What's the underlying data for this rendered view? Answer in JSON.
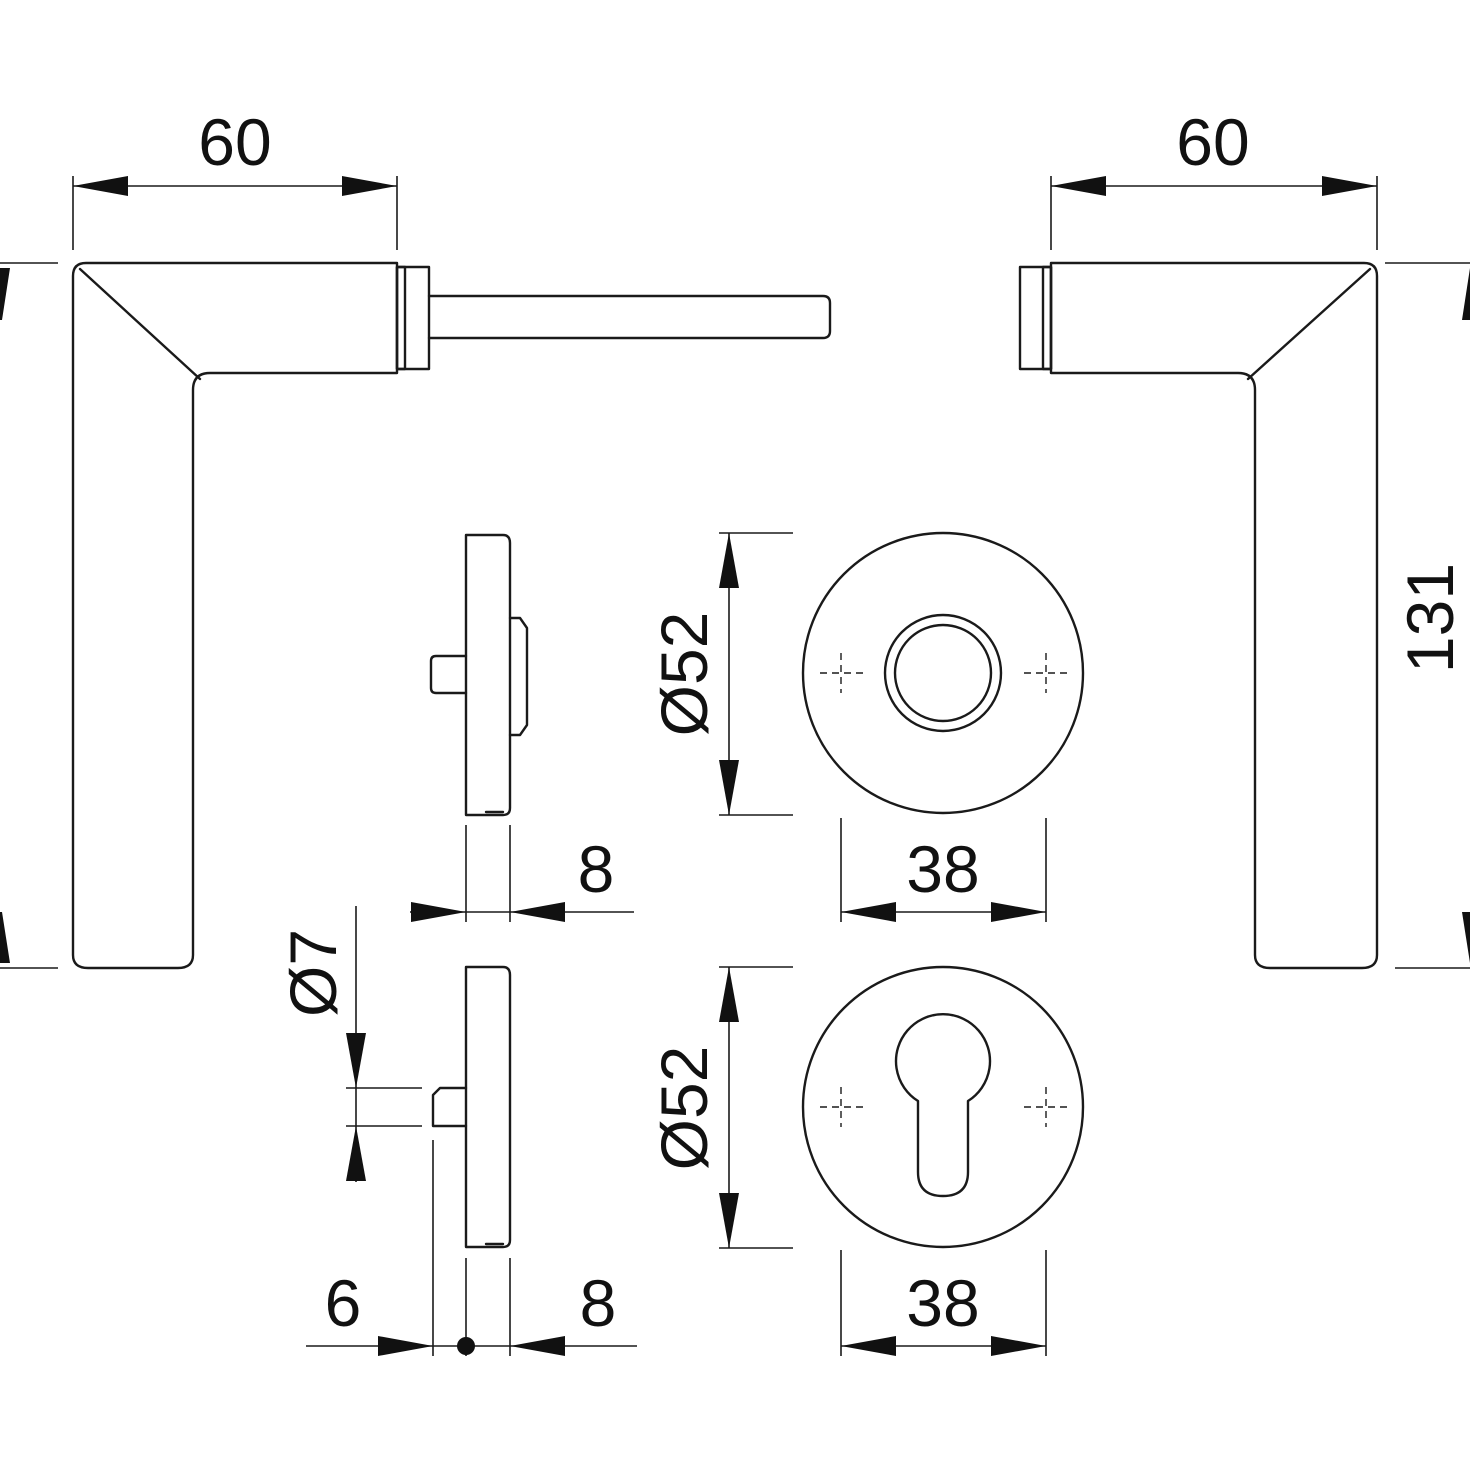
{
  "dimensions": {
    "left_lever_width": "60",
    "right_lever_width": "60",
    "lever_height": "131",
    "top_rose_diameter": "Ø52",
    "top_rose_spindle_span": "38",
    "top_side_thickness": "8",
    "bottom_pin_diameter": "Ø7",
    "bottom_rose_diameter": "Ø52",
    "bottom_rose_spindle_span": "38",
    "bottom_offset_left": "6",
    "bottom_side_thickness": "8"
  },
  "colors": {
    "line": "#1a1a1a",
    "background": "#ffffff"
  }
}
